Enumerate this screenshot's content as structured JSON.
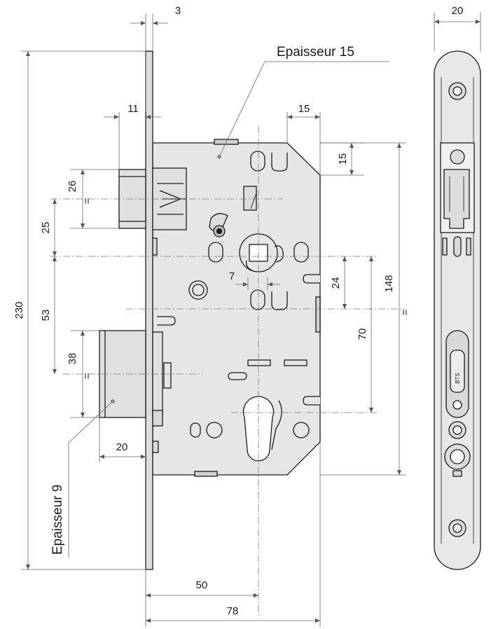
{
  "labels": {
    "thickness_top": "Epaisseur 15",
    "thickness_bottom": "Epaisseur 9"
  },
  "dimensions": {
    "faceplate_thickness": "3",
    "faceplate_width": "20",
    "latch_projection": "11",
    "chamfer_width": "15",
    "chamfer_height": "15",
    "latch_height": "26",
    "latch_center_offset": "25",
    "spindle_square": "7",
    "spindle_center_offset": "24",
    "body_height": "148",
    "center_distance_left": "53",
    "center_distance_right": "70",
    "bolt_height": "38",
    "bolt_projection": "20",
    "faceplate_height": "230",
    "backset": "50",
    "case_depth": "78",
    "equal_mark": "="
  },
  "colors": {
    "metal": "#e6e6e6",
    "metal_dark": "#cfcfcf",
    "line": "#1a1a1a",
    "dim_line": "#666666"
  }
}
